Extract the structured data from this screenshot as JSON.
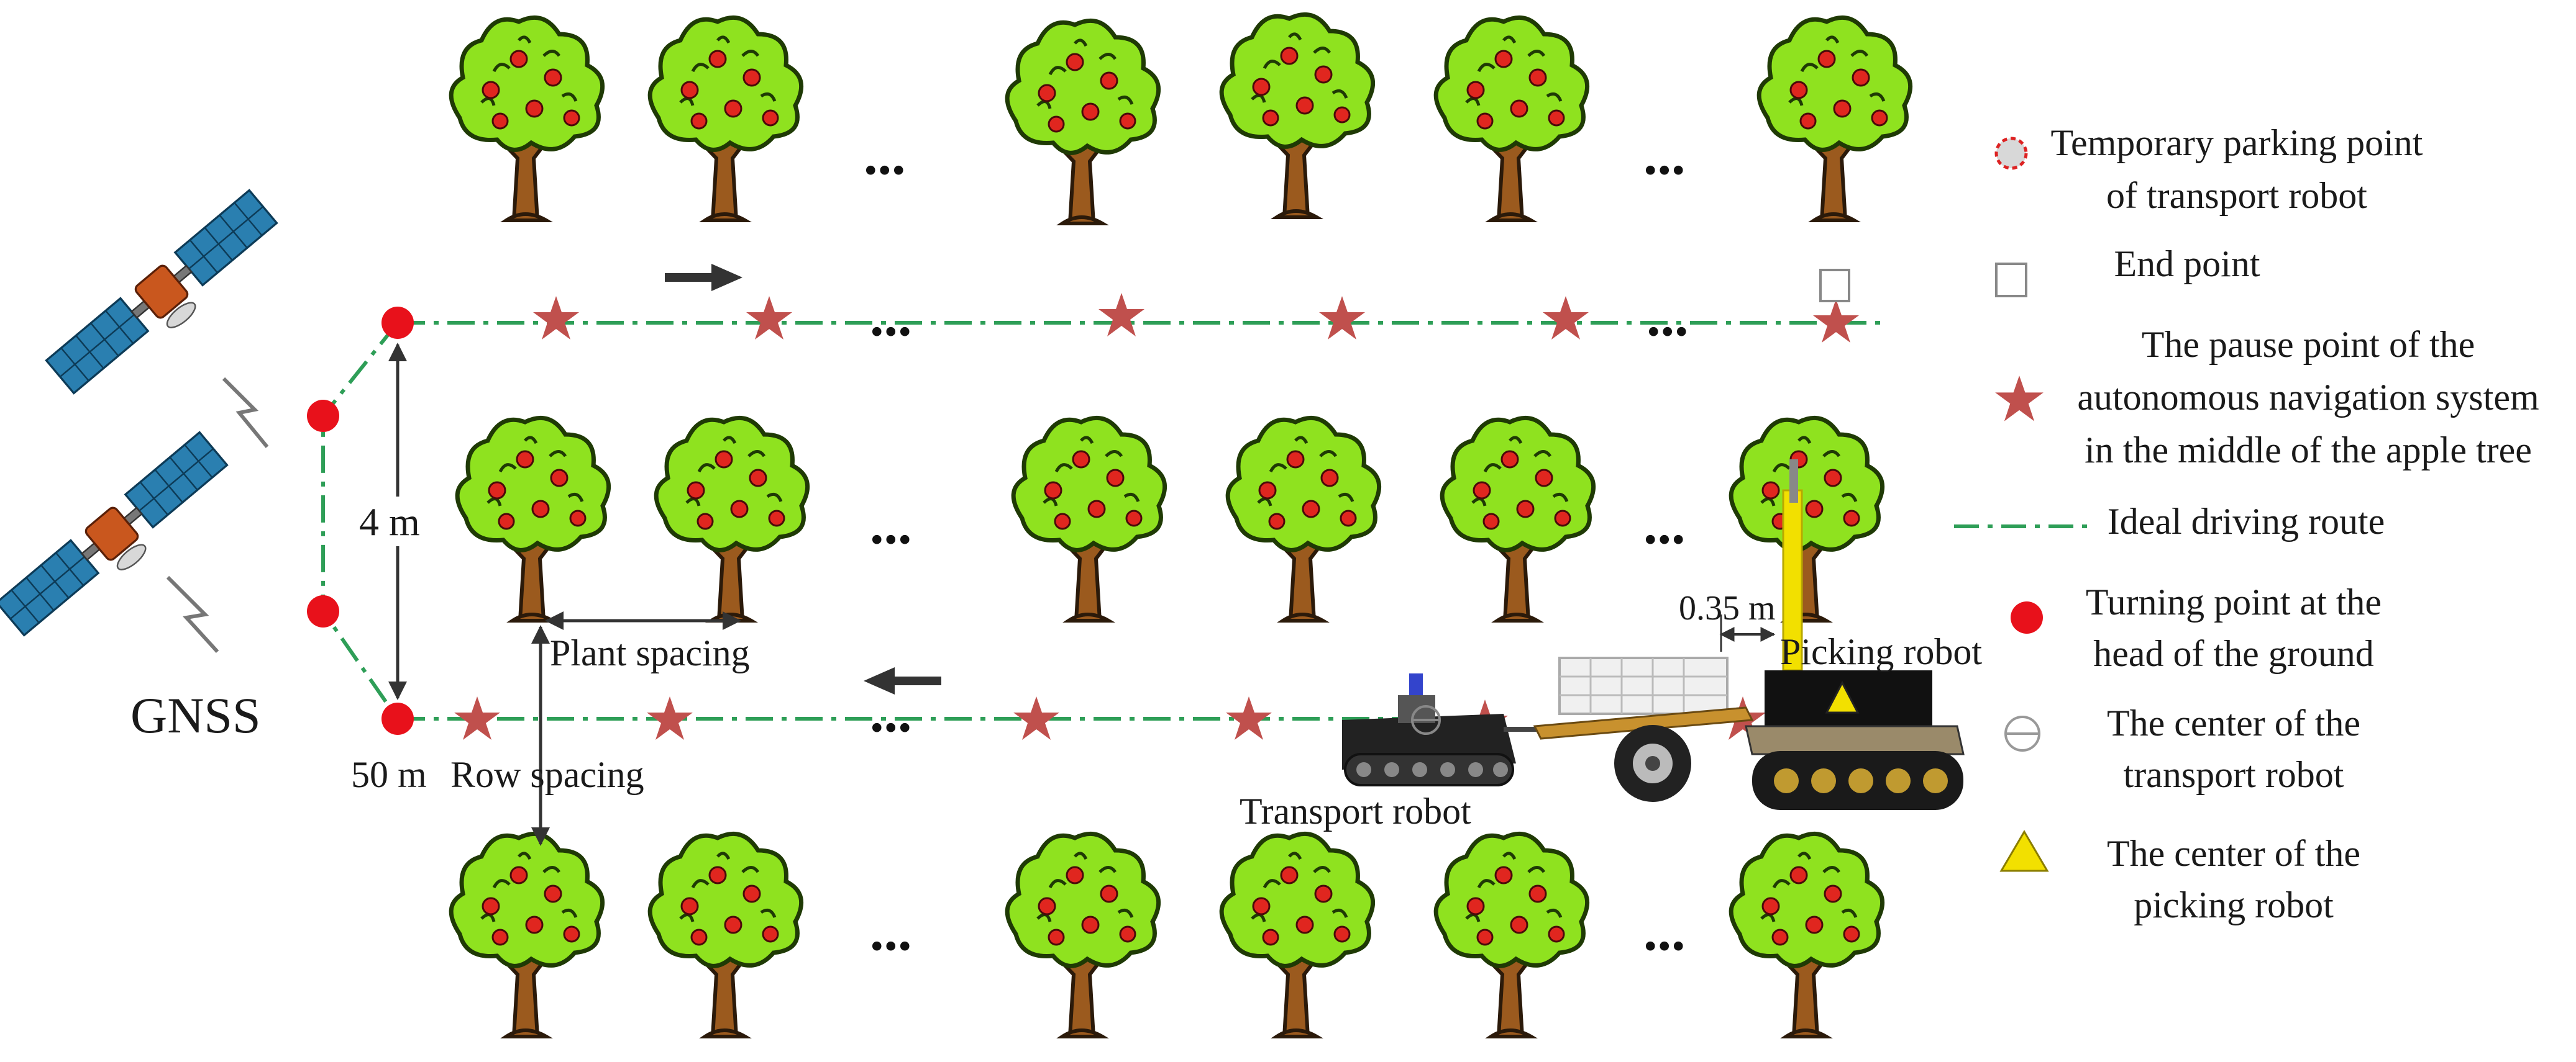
{
  "labels": {
    "gnss": "GNSS",
    "row_distance": "4 m",
    "plant_spacing": "Plant spacing",
    "row_spacing": "Row spacing",
    "length": "50 m",
    "transport_robot": "Transport robot",
    "picking_robot": "Picking  robot",
    "offset": "0.35 m"
  },
  "ellipsis": "...",
  "legend": [
    {
      "icon": "dashed-circle-icon",
      "lines": [
        "Temporary parking point",
        "of transport robot"
      ]
    },
    {
      "icon": "square-icon",
      "lines": [
        "End point"
      ]
    },
    {
      "icon": "star-icon",
      "lines": [
        "The pause point of the",
        "autonomous navigation system",
        "in the middle of the apple tree"
      ]
    },
    {
      "icon": "dash-dot-line-icon",
      "lines": [
        "Ideal driving route"
      ]
    },
    {
      "icon": "red-dot-icon",
      "lines": [
        "Turning point at the",
        "head of the ground"
      ]
    },
    {
      "icon": "circle-line-icon",
      "lines": [
        "The center of the",
        "transport robot"
      ]
    },
    {
      "icon": "triangle-icon",
      "lines": [
        "The center of the",
        "picking robot"
      ]
    }
  ],
  "colors": {
    "route": "#2e9e57",
    "star": "#c0504d",
    "turning": "#e8111b",
    "foliage": "#8fe21f",
    "trunk": "#9b5a1e",
    "apple": "#e0261f",
    "triangle": "#f2e000",
    "panel": "#2a7fb0",
    "arrow": "#333333"
  }
}
